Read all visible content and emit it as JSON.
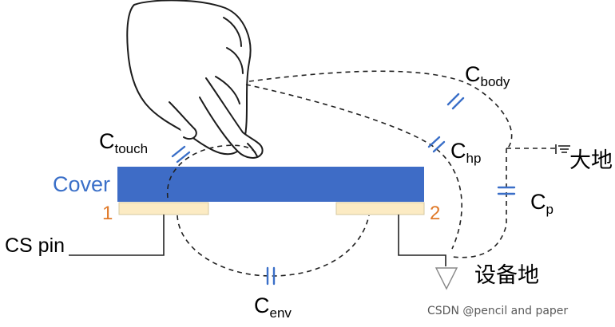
{
  "labels": {
    "cover": "Cover",
    "pad1": "1",
    "pad2": "2",
    "cs_pin": "CS pin",
    "c_touch": {
      "main": "C",
      "sub": "touch"
    },
    "c_body": {
      "main": "C",
      "sub": "body"
    },
    "c_hp": {
      "main": "C",
      "sub": "hp"
    },
    "c_p": {
      "main": "C",
      "sub": "p"
    },
    "c_env": {
      "main": "C",
      "sub": "env"
    },
    "earth_ground": "大地",
    "device_ground": "设备地"
  },
  "watermark": "CSDN @pencil and paper",
  "colors": {
    "cover": "#3e6cc6",
    "pad": "#fcebc3",
    "capacitor": "#3a6fc8",
    "label_number": "#e07a2a",
    "wire": "#222222"
  },
  "icons": [
    "hand-illustration",
    "earth-ground-symbol",
    "device-ground-symbol"
  ]
}
